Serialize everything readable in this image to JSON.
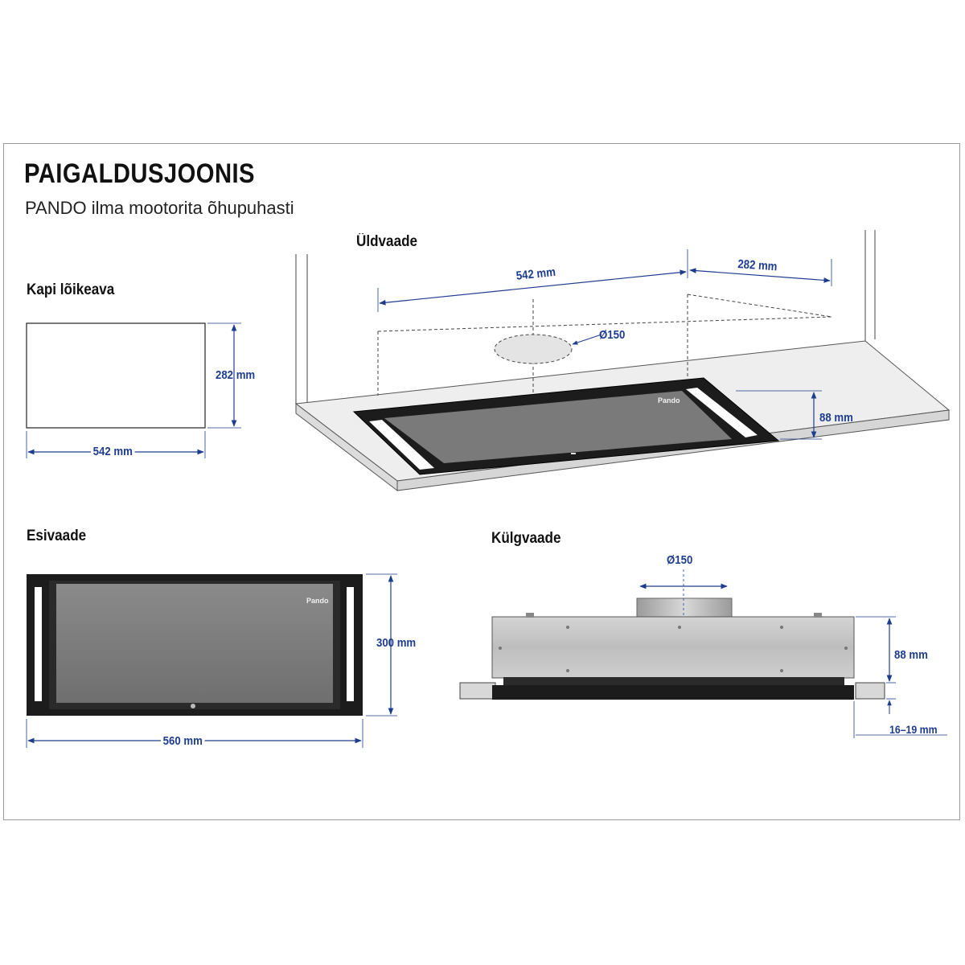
{
  "header": {
    "title": "PAIGALDUSJOONIS",
    "subtitle": "PANDO ilma mootorita õhupuhasti"
  },
  "sections": {
    "overview": "Üldvaade",
    "cutout": "Kapi lõikeava",
    "front": "Esivaade",
    "side": "Külgvaade"
  },
  "dimensions": {
    "overview_width": "542 mm",
    "overview_depth": "282 mm",
    "overview_duct": "Ø150",
    "overview_height": "88 mm",
    "cutout_depth": "282 mm",
    "cutout_width": "542 mm",
    "front_height": "300 mm",
    "front_width": "560 mm",
    "side_duct": "Ø150",
    "side_height": "88 mm",
    "side_panel": "16–19 mm"
  },
  "brand": "Pando",
  "colors": {
    "dimension": "#1f3d8f",
    "frame": "#1c1c1c",
    "glass": "#7a7a7a",
    "cabinet": "#eeeeee",
    "led": "#ffffff"
  }
}
